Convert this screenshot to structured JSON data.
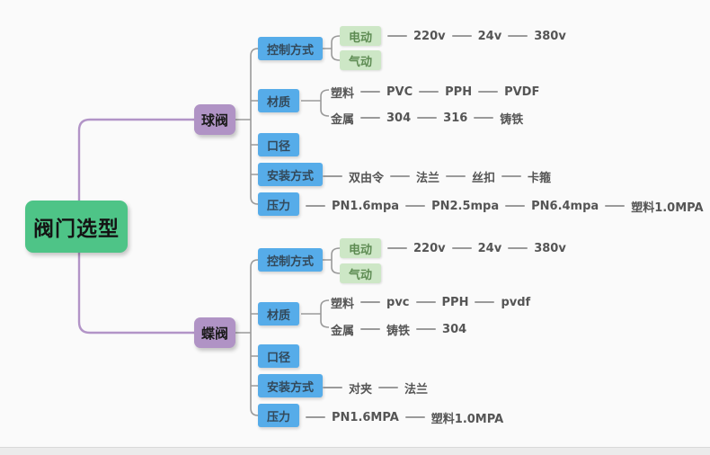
{
  "root": {
    "label": "阀门选型"
  },
  "ball": {
    "label": "球阀",
    "categories": {
      "control": "控制方式",
      "material": "材质",
      "diameter": "口径",
      "install": "安装方式",
      "pressure": "压力"
    },
    "control": {
      "electric": "电动",
      "pneumatic": "气动",
      "voltages": [
        "220v",
        "24v",
        "380v"
      ]
    },
    "material_groups": {
      "plastic": {
        "label": "塑料",
        "items": [
          "PVC",
          "PPH",
          "PVDF"
        ]
      },
      "metal": {
        "label": "金属",
        "items": [
          "304",
          "316",
          "铸铁"
        ]
      }
    },
    "install_items": [
      "双由令",
      "法兰",
      "丝扣",
      "卡箍"
    ],
    "pressure_items": [
      "PN1.6mpa",
      "PN2.5mpa",
      "PN6.4mpa",
      "塑料1.0MPA"
    ]
  },
  "butterfly": {
    "label": "蝶阀",
    "categories": {
      "control": "控制方式",
      "material": "材质",
      "diameter": "口径",
      "install": "安装方式",
      "pressure": "压力"
    },
    "control": {
      "electric": "电动",
      "pneumatic": "气动",
      "voltages": [
        "220v",
        "24v",
        "380v"
      ]
    },
    "material_groups": {
      "plastic": {
        "label": "塑料",
        "items": [
          "pvc",
          "PPH",
          "pvdf"
        ]
      },
      "metal": {
        "label": "金属",
        "items": [
          "铸铁",
          "304"
        ]
      }
    },
    "install_items": [
      "对夹",
      "法兰"
    ],
    "pressure_items": [
      "PN1.6MPA",
      "塑料1.0MPA"
    ]
  },
  "colors": {
    "root_bg": "#4ec487",
    "branch_bg": "#b093c5",
    "category_bg": "#56ace9",
    "leafbox_bg": "#cde7c6",
    "leafbox_text": "#5d8b52",
    "leaf_text": "#555555",
    "connector_gray": "#9a9a9a",
    "connector_purple": "#b294c7",
    "canvas_bg": "#fafafa"
  }
}
